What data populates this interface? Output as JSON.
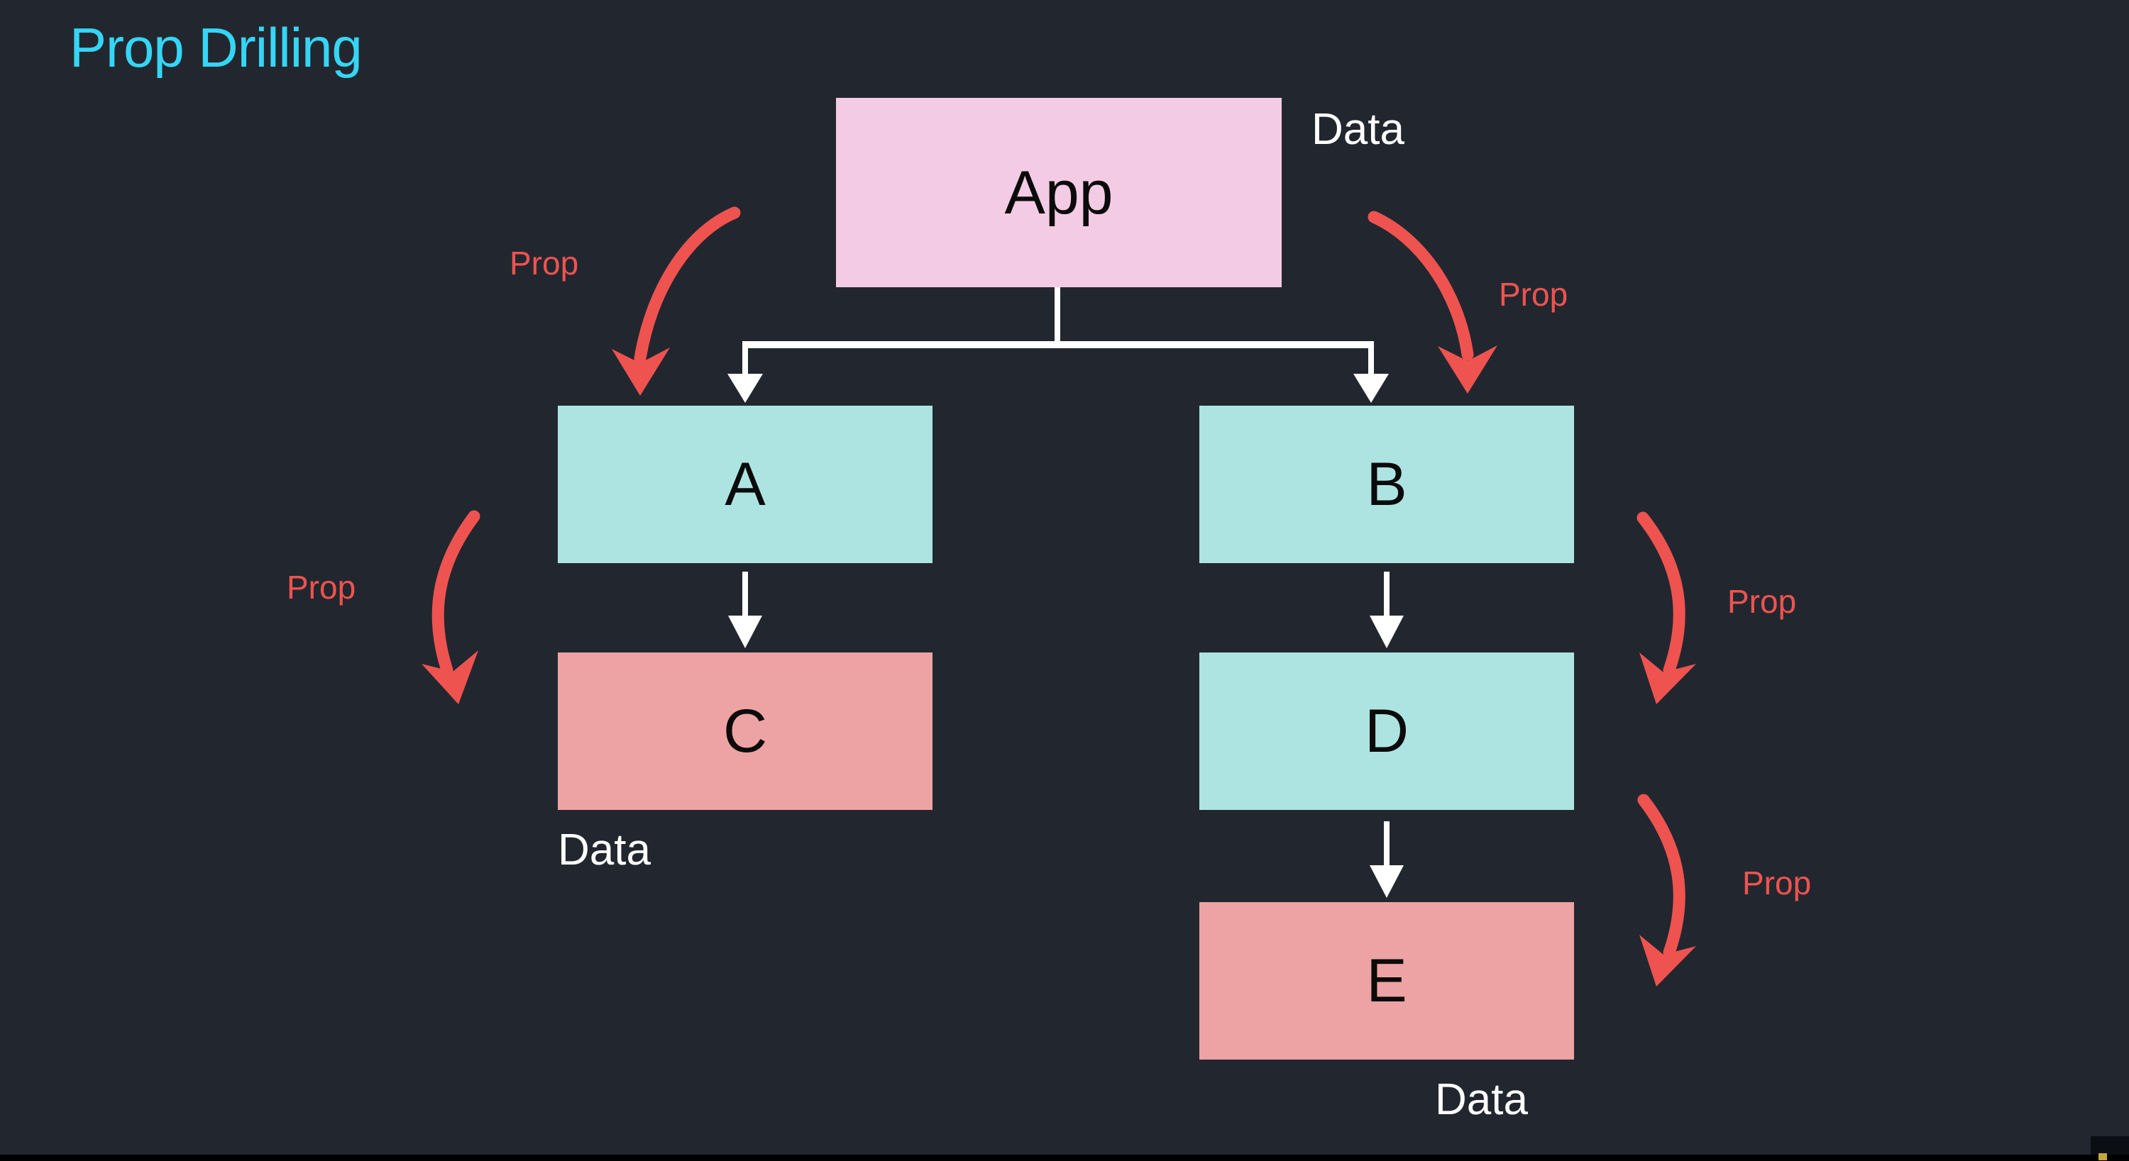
{
  "title": "Prop Drilling",
  "colors": {
    "background": "#22272f",
    "title_accent": "#35d6f5",
    "app_box": "#f4cbe4",
    "teal_box": "#ade4e2",
    "salmon_box": "#eda3a3",
    "prop_arrow": "#ef5350",
    "tree_connector": "#ffffff",
    "box_text": "#0b0b0b",
    "data_label": "#ffffff"
  },
  "nodes": [
    {
      "id": "app",
      "label": "App",
      "color_role": "app_box"
    },
    {
      "id": "a",
      "label": "A",
      "color_role": "teal_box"
    },
    {
      "id": "b",
      "label": "B",
      "color_role": "teal_box"
    },
    {
      "id": "c",
      "label": "C",
      "color_role": "salmon_box"
    },
    {
      "id": "d",
      "label": "D",
      "color_role": "teal_box"
    },
    {
      "id": "e",
      "label": "E",
      "color_role": "salmon_box"
    }
  ],
  "data_labels": [
    {
      "id": "data-app",
      "text": "Data",
      "attached_to": "app"
    },
    {
      "id": "data-c",
      "text": "Data",
      "attached_to": "c"
    },
    {
      "id": "data-e",
      "text": "Data",
      "attached_to": "e"
    }
  ],
  "prop_labels": [
    {
      "id": "prop-1",
      "text": "Prop",
      "from": "app",
      "to": "a"
    },
    {
      "id": "prop-2",
      "text": "Prop",
      "from": "app",
      "to": "b"
    },
    {
      "id": "prop-3",
      "text": "Prop",
      "from": "a",
      "to": "c"
    },
    {
      "id": "prop-4",
      "text": "Prop",
      "from": "b",
      "to": "d"
    },
    {
      "id": "prop-5",
      "text": "Prop",
      "from": "d",
      "to": "e"
    }
  ],
  "tree_edges": [
    {
      "from": "app",
      "to": "a"
    },
    {
      "from": "app",
      "to": "b"
    },
    {
      "from": "a",
      "to": "c"
    },
    {
      "from": "b",
      "to": "d"
    },
    {
      "from": "d",
      "to": "e"
    }
  ]
}
